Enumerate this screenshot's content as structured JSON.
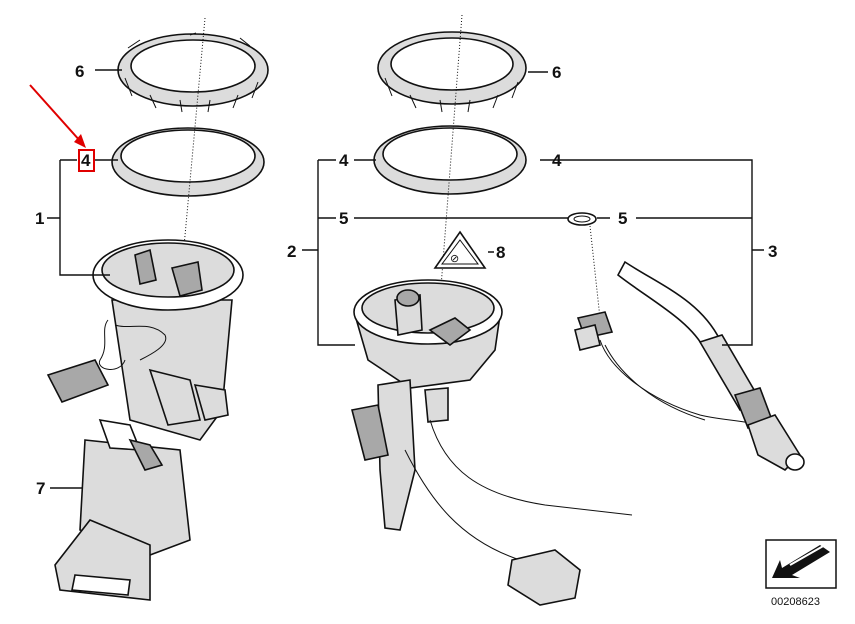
{
  "callouts": {
    "c1": "1",
    "c2": "2",
    "c3": "3",
    "c4_left": "4",
    "c4_mid": "4",
    "c4_right": "4",
    "c5_mid": "5",
    "c5_right": "5",
    "c6_left": "6",
    "c6_right": "6",
    "c7": "7",
    "c8": "8"
  },
  "part_number": "00208623",
  "colors": {
    "highlight": "#e00000",
    "ink": "#111111"
  },
  "icons": [
    "red-arrow-icon",
    "navigation-arrow-icon",
    "warning-triangle-icon"
  ]
}
